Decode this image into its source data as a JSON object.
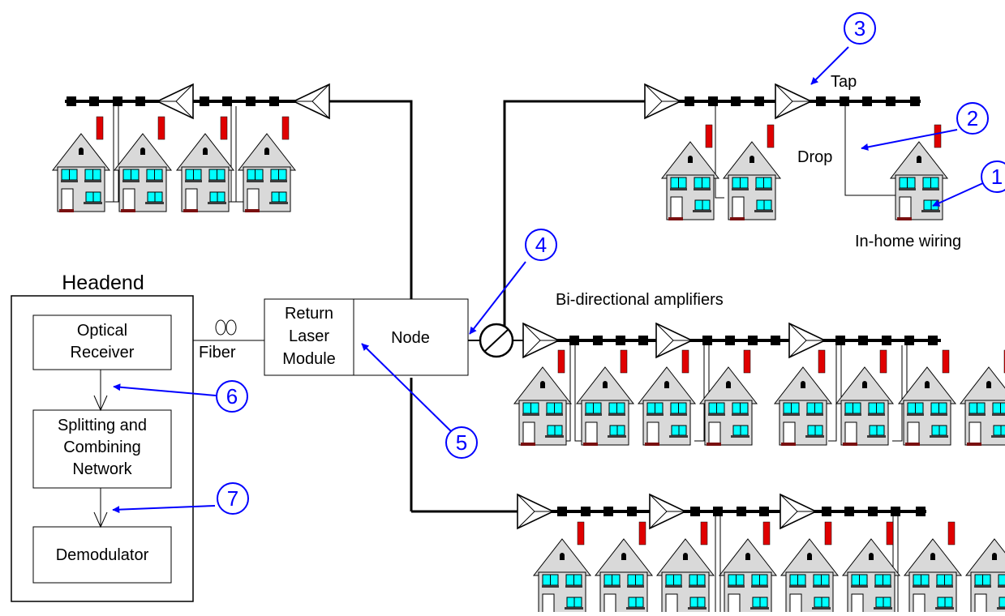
{
  "headend": {
    "title": "Headend",
    "optical_receiver": [
      "Optical",
      "Receiver"
    ],
    "splitter": [
      "Splitting and",
      "Combining",
      "Network"
    ],
    "demodulator": "Demodulator"
  },
  "fiber_label": "Fiber",
  "return_laser": [
    "Return",
    "Laser",
    "Module"
  ],
  "node_label": "Node",
  "labels": {
    "tap": "Tap",
    "drop": "Drop",
    "in_home_wiring": "In-home wiring",
    "bidirectional_amplifiers": "Bi-directional amplifiers"
  },
  "callouts": [
    "1",
    "2",
    "3",
    "4",
    "5",
    "6",
    "7"
  ],
  "colors": {
    "callout": "#0000ff",
    "house_body": "#d9d9d9",
    "house_window": "#00ffff",
    "chimney": "#e00000",
    "door": "#ffffff",
    "step": "#7a1010",
    "line": "#000000"
  }
}
